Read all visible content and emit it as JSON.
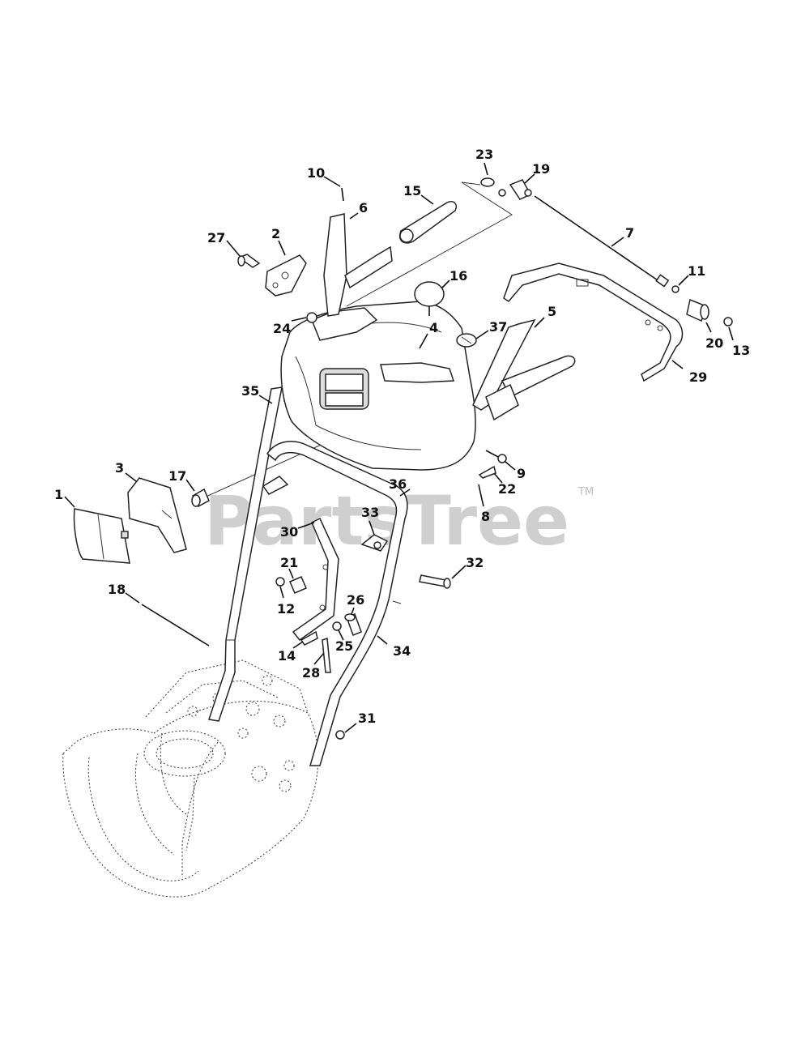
{
  "watermark": {
    "text": "PartsTree",
    "tm": "TM"
  },
  "callouts": [
    "1",
    "2",
    "3",
    "4",
    "5",
    "6",
    "7",
    "8",
    "9",
    "10",
    "11",
    "12",
    "13",
    "14",
    "15",
    "16",
    "17",
    "18",
    "19",
    "20",
    "21",
    "22",
    "23",
    "24",
    "25",
    "26",
    "27",
    "28",
    "29",
    "30",
    "31",
    "32",
    "33",
    "34",
    "35",
    "36",
    "37"
  ]
}
